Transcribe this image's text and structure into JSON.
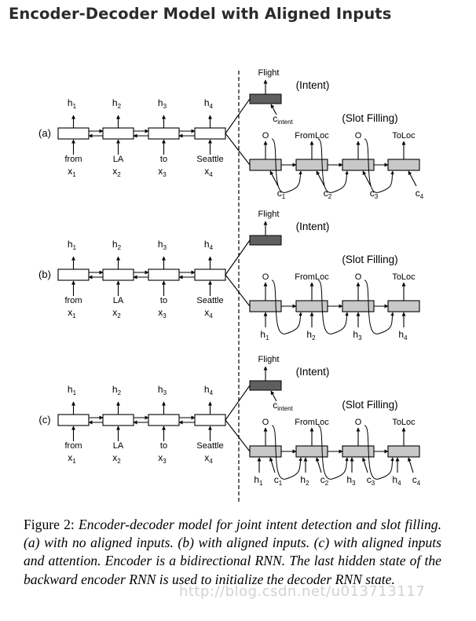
{
  "title": "Encoder-Decoder Model with Aligned Inputs",
  "panels": [
    {
      "id": "a",
      "label": "(a)",
      "encoder": {
        "hidden_main": [
          "h",
          "h",
          "h",
          "h"
        ],
        "hidden_sub": [
          "1",
          "2",
          "3",
          "4"
        ],
        "words": [
          "from",
          "LA",
          "to",
          "Seattle"
        ],
        "inputs_main": [
          "x",
          "x",
          "x",
          "x"
        ],
        "inputs_sub": [
          "1",
          "2",
          "3",
          "4"
        ]
      },
      "intent": {
        "output": "Flight",
        "label": "(Intent)",
        "context_main": "c",
        "context_sub": "intent"
      },
      "slot": {
        "label": "(Slot Filling)",
        "outputs": [
          "O",
          "FromLoc",
          "O",
          "ToLoc"
        ],
        "contexts_main": [
          "c",
          "c",
          "c",
          "c"
        ],
        "contexts_sub": [
          "1",
          "2",
          "3",
          "4"
        ]
      }
    },
    {
      "id": "b",
      "label": "(b)",
      "encoder": {
        "hidden_main": [
          "h",
          "h",
          "h",
          "h"
        ],
        "hidden_sub": [
          "1",
          "2",
          "3",
          "4"
        ],
        "words": [
          "from",
          "LA",
          "to",
          "Seattle"
        ],
        "inputs_main": [
          "x",
          "x",
          "x",
          "x"
        ],
        "inputs_sub": [
          "1",
          "2",
          "3",
          "4"
        ]
      },
      "intent": {
        "output": "Flight",
        "label": "(Intent)"
      },
      "slot": {
        "label": "(Slot Filling)",
        "outputs": [
          "O",
          "FromLoc",
          "O",
          "ToLoc"
        ],
        "aligned_main": [
          "h",
          "h",
          "h",
          "h"
        ],
        "aligned_sub": [
          "1",
          "2",
          "3",
          "4"
        ]
      }
    },
    {
      "id": "c",
      "label": "(c)",
      "encoder": {
        "hidden_main": [
          "h",
          "h",
          "h",
          "h"
        ],
        "hidden_sub": [
          "1",
          "2",
          "3",
          "4"
        ],
        "words": [
          "from",
          "LA",
          "to",
          "Seattle"
        ],
        "inputs_main": [
          "x",
          "x",
          "x",
          "x"
        ],
        "inputs_sub": [
          "1",
          "2",
          "3",
          "4"
        ]
      },
      "intent": {
        "output": "Flight",
        "label": "(Intent)",
        "context_main": "c",
        "context_sub": "intent"
      },
      "slot": {
        "label": "(Slot Filling)",
        "outputs": [
          "O",
          "FromLoc",
          "O",
          "ToLoc"
        ],
        "aligned_main": [
          "h",
          "h",
          "h",
          "h"
        ],
        "aligned_sub": [
          "1",
          "2",
          "3",
          "4"
        ],
        "contexts_main": [
          "c",
          "c",
          "c",
          "c"
        ],
        "contexts_sub": [
          "1",
          "2",
          "3",
          "4"
        ]
      }
    }
  ],
  "caption": {
    "prefix": "Figure 2:",
    "text": "Encoder-decoder model for joint intent detection and slot filling. (a) with no aligned inputs. (b) with aligned inputs. (c) with aligned inputs and attention. Encoder is a bidirectional RNN. The last hidden state of the backward encoder RNN is used to initialize the decoder RNN state."
  },
  "watermark": "http://blog.csdn.net/u013713117",
  "colors": {
    "intent_box": "#5f5f5f",
    "decoder_box": "#c8c8c8",
    "encoder_box": "#ffffff",
    "line": "#000000"
  }
}
